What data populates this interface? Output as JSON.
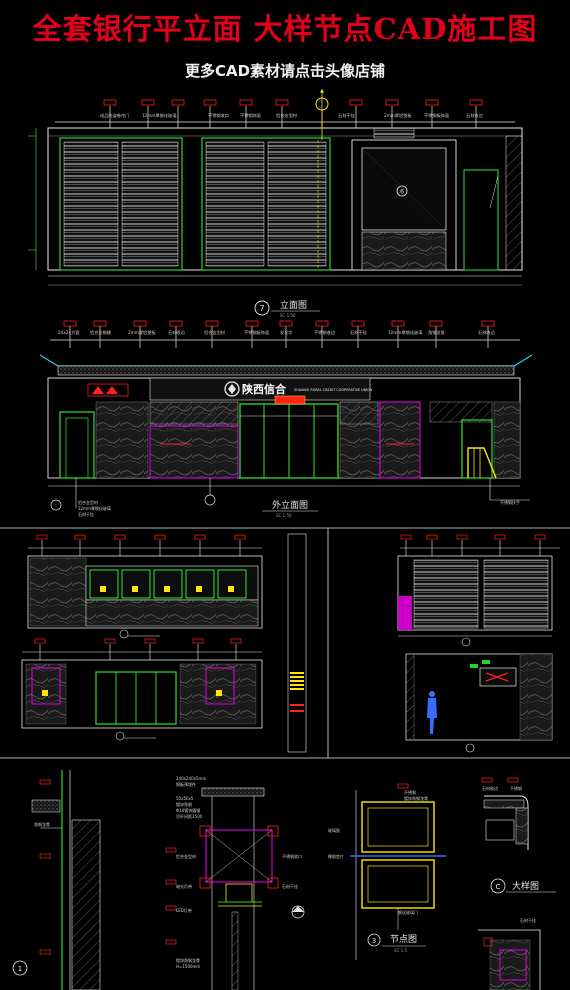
{
  "header": {
    "title": "全套银行平立面 大样节点CAD施工图",
    "subtitle": "更多CAD素材请点击头像店铺"
  },
  "drawings": {
    "elevation_7": {
      "number": "7",
      "caption": "立面图"
    },
    "exterior": {
      "caption": "外立面图",
      "sign_cn": "陕西信合",
      "sign_en": "SHAANXI RURAL CREDIT COOPERATIVE UNION"
    },
    "detail_c": {
      "letter": "C",
      "caption": "大样图"
    },
    "node_3": {
      "number": "3",
      "caption": "节点图"
    }
  },
  "notes": {
    "n1": "12mm厚钢化玻璃",
    "n2": "石材收边",
    "n3": "铝合金型材",
    "n4": "石材干挂",
    "n5": "2mm厚铝塑板",
    "n6": "不锈钢板饰面",
    "n7": "成品防盗卷帘门",
    "n8": "LED灯带",
    "n9": "角钢龙骨",
    "n10": "钢化玻璃门"
  },
  "colors": {
    "background": "#000000",
    "title_red": "#e3001b",
    "line_white": "#e8e8e8",
    "line_green": "#2bd12b",
    "line_yellow": "#ffe600",
    "line_magenta": "#e000e0",
    "line_cyan": "#22d8e8",
    "line_red": "#ff2020",
    "line_blue": "#3a6cff"
  }
}
